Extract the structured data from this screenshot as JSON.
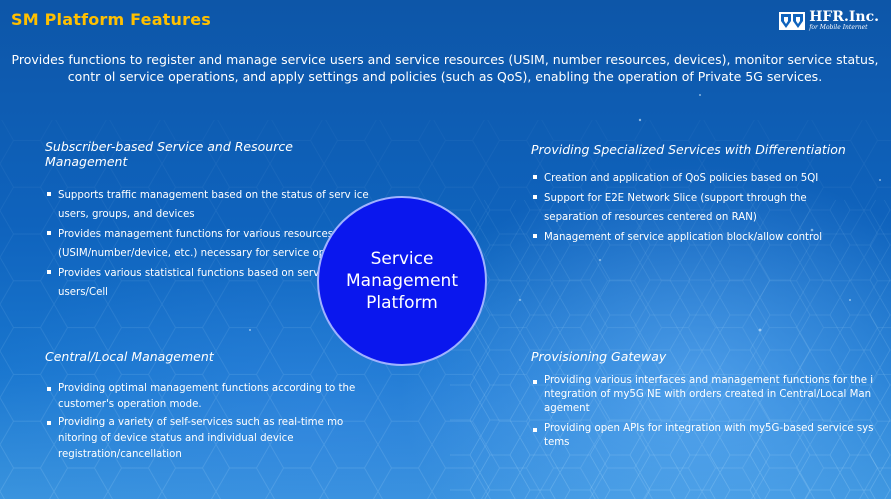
{
  "header": {
    "title": "SM Platform Features",
    "logo_name": "HFR.Inc.",
    "logo_tagline": "for Mobile Internet"
  },
  "intro": "Provides functions to register and manage service users and service resources (USIM, number resources, devices), monitor service status, contr ol service operations, and apply settings and policies (such as QoS), enabling the operation of Private 5G services.",
  "center": {
    "label": "Service Management Platform"
  },
  "sections": {
    "top_left": {
      "title": "Subscriber-based Service and Resource Management",
      "items": [
        "Supports traffic management based on the status of serv ice users, groups, and devices",
        "Provides management functions for various resources (USIM/number/device, etc.) necessary for service operation",
        "Provides various statistical functions based on service users/Cell"
      ]
    },
    "top_right": {
      "title": "Providing Specialized Services with Differentiation",
      "items": [
        "Creation and application of QoS policies based on 5QI",
        "Support for E2E Network Slice (support through the separation of resources centered on RAN)",
        "Management of service application block/allow control"
      ]
    },
    "bottom_left": {
      "title": "Central/Local Management",
      "items": [
        "Providing optimal management functions according to the customer's operation mode.",
        "Providing a variety of self-services such as real-time mo nitoring of device status and individual device registration/cancellation"
      ]
    },
    "bottom_right": {
      "title": "Provisioning Gateway",
      "items": [
        "Providing various interfaces and management functions for the i ntegration of my5G NE with orders created in Central/Local Man agement",
        "Providing open APIs for integration with my5G-based service sys tems"
      ]
    }
  },
  "colors": {
    "title": "#ffc000",
    "circle_fill": "#0a17ee",
    "background": "#0f63bd"
  }
}
